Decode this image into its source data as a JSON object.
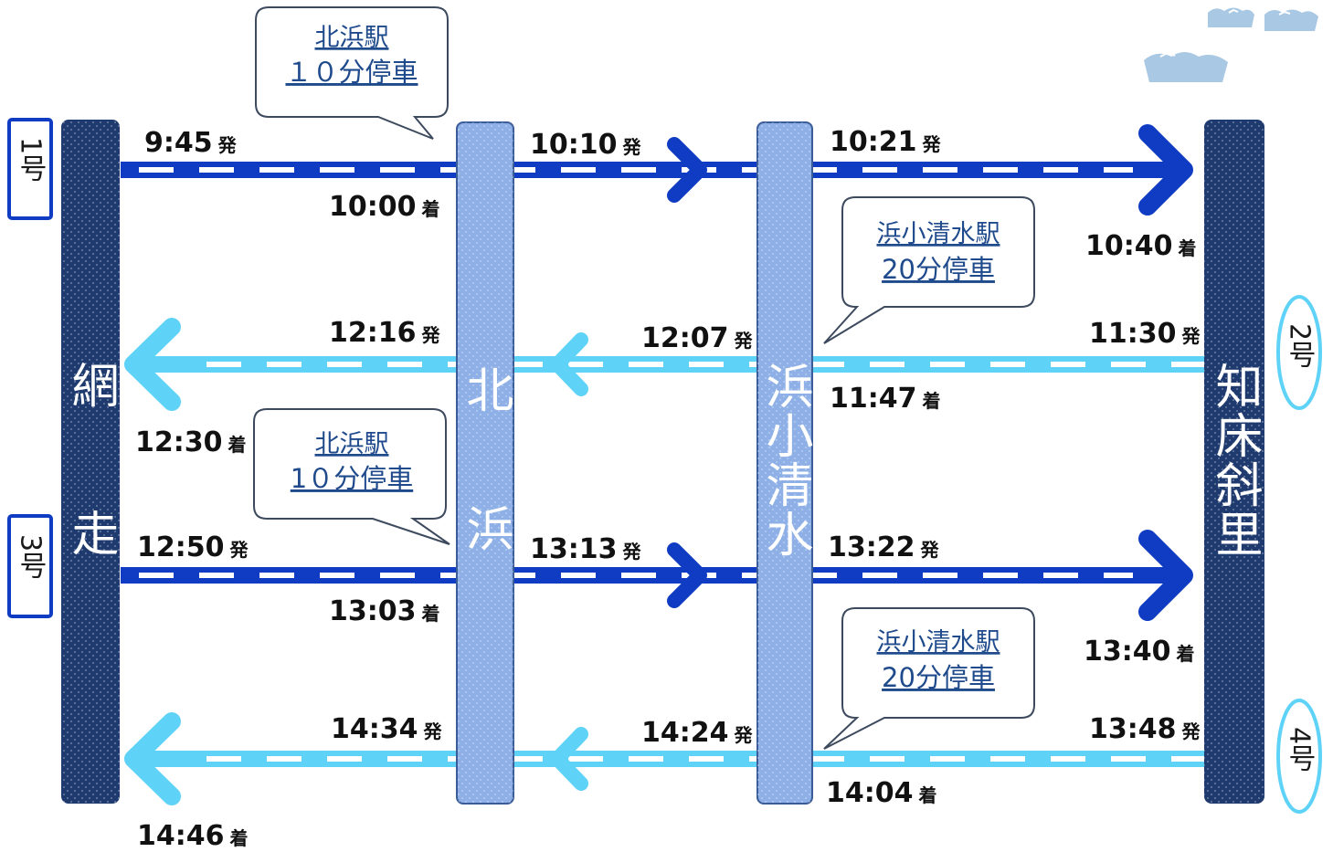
{
  "stations": {
    "abashiri": "網走",
    "kitahama": "北浜",
    "hamakoshimizu": "浜小清水",
    "shiretoko_shari": "知床斜里"
  },
  "suffix": {
    "depart": "発",
    "arrive": "着"
  },
  "trains": [
    {
      "number": "1号",
      "direction": "east",
      "color": "#0f3cc2",
      "times": {
        "abashiri_depart": "9:45",
        "kitahama_arrive": "10:00",
        "kitahama_depart": "10:10",
        "hamakoshimizu_depart": "10:21",
        "shiretoko_arrive": "10:40"
      }
    },
    {
      "number": "2号",
      "direction": "west",
      "color": "#5fd3f7",
      "times": {
        "shiretoko_depart": "11:30",
        "hamakoshimizu_arrive": "11:47",
        "hamakoshimizu_depart": "12:07",
        "kitahama_depart": "12:16",
        "abashiri_arrive": "12:30"
      }
    },
    {
      "number": "3号",
      "direction": "east",
      "color": "#0f3cc2",
      "times": {
        "abashiri_depart": "12:50",
        "kitahama_arrive": "13:03",
        "kitahama_depart": "13:13",
        "hamakoshimizu_depart": "13:22",
        "shiretoko_arrive": "13:40"
      }
    },
    {
      "number": "4号",
      "direction": "west",
      "color": "#5fd3f7",
      "times": {
        "shiretoko_depart": "13:48",
        "hamakoshimizu_arrive": "14:04",
        "hamakoshimizu_depart": "14:24",
        "kitahama_depart": "14:34",
        "abashiri_arrive": "14:46"
      }
    }
  ],
  "callouts": [
    {
      "station": "北浜駅",
      "stop": "１０分停車"
    },
    {
      "station": "浜小清水駅",
      "stop": "20分停車"
    },
    {
      "station": "北浜駅",
      "stop": "1０分停車"
    },
    {
      "station": "浜小清水駅",
      "stop": "20分停車"
    }
  ],
  "colors": {
    "terminal_bar": "#1f3a6e",
    "mid_station_bar": "#8fb0e6",
    "eastbound": "#0f3cc2",
    "westbound": "#5fd3f7",
    "callout_text": "#1f4a8c"
  }
}
